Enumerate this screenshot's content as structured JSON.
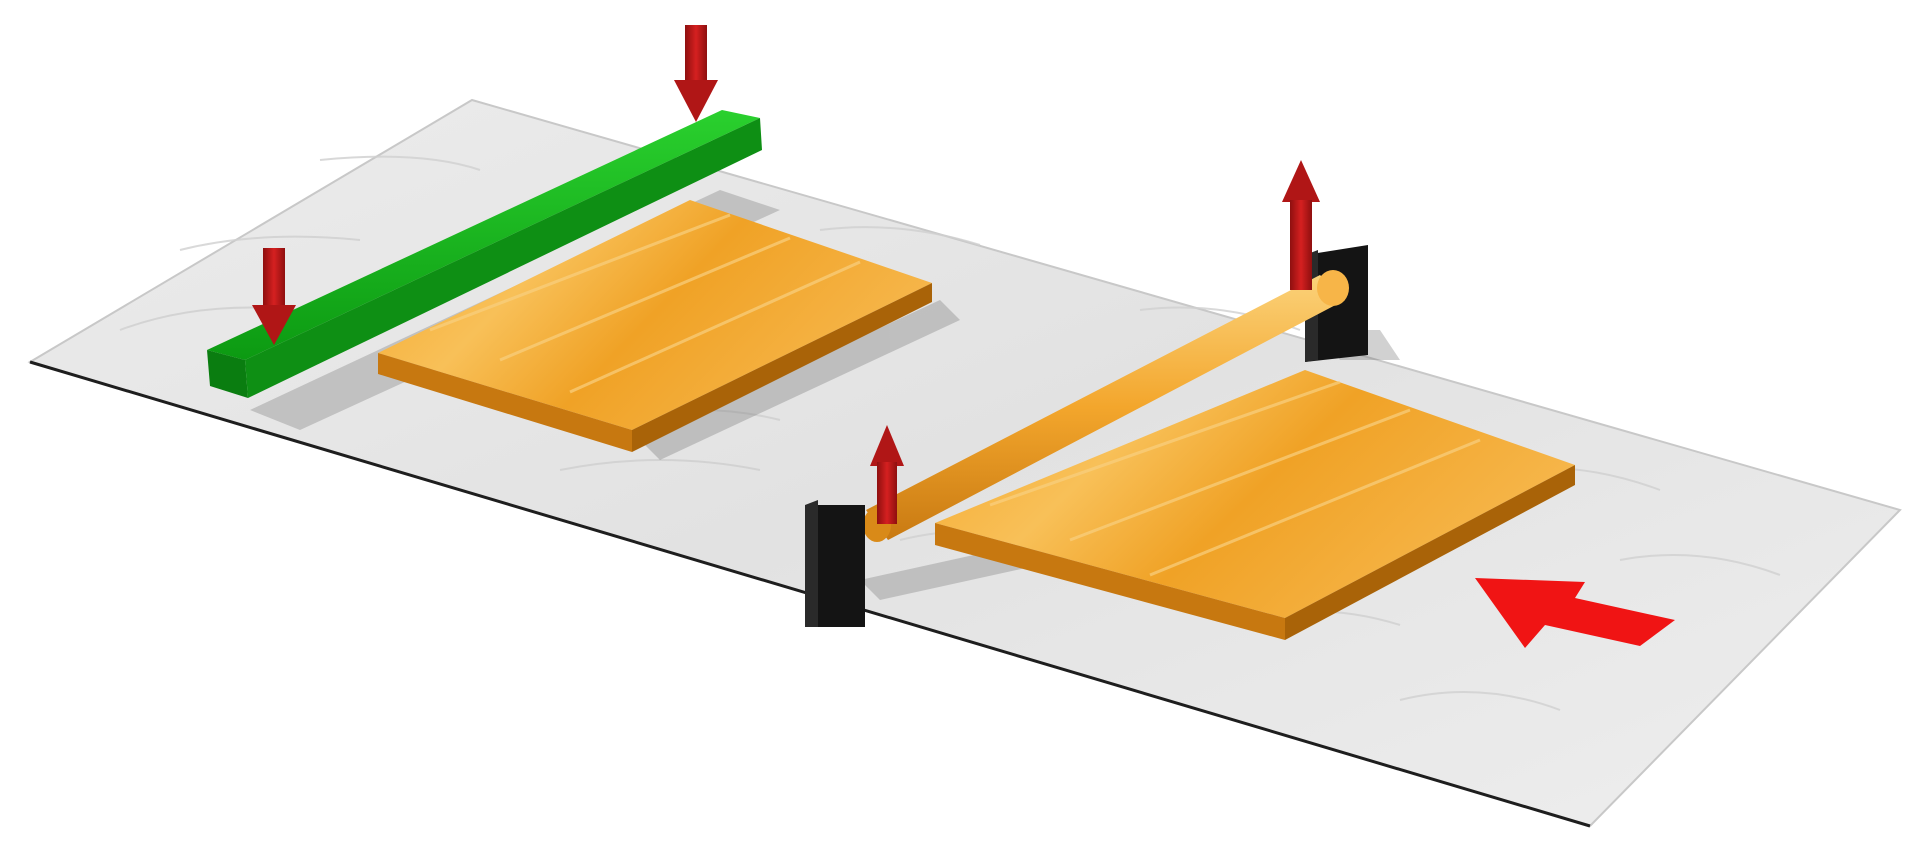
{
  "diagram": {
    "description_free": true,
    "colors": {
      "background": "#ffffff",
      "sheet": "#e6e6e6",
      "sheet_edge": "#1e1e1e",
      "wood_top": "#f2a62a",
      "wood_light": "#f8c25a",
      "wood_edge": "#c77810",
      "green_bar": "#12b51a",
      "green_bar_dark": "#0a7d10",
      "black_support": "#141414",
      "arrow_down": "#c41a1a",
      "arrow_up": "#c41a1a",
      "feed_arrow": "#f01414"
    },
    "elements": {
      "sheet": "sheet-surface",
      "green_bar": "pressure-bar",
      "left_board": "wood-board",
      "right_board": "wood-board",
      "roller": "wooden-roller",
      "supports": [
        "support-block",
        "support-block"
      ],
      "force_arrows": {
        "down": 2,
        "up": 2
      },
      "feed_direction": "left"
    }
  }
}
